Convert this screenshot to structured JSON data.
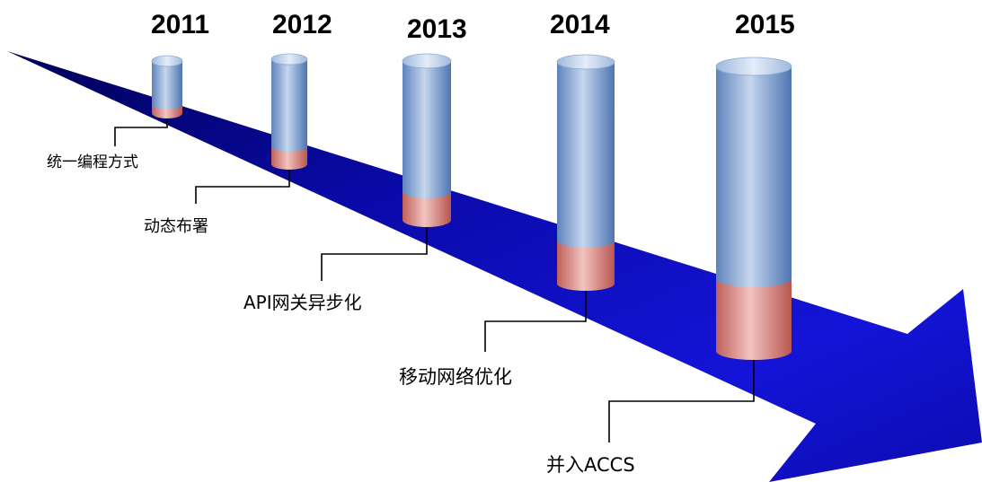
{
  "timeline": {
    "milestones": [
      {
        "year": "2011",
        "label": "统一编程方式"
      },
      {
        "year": "2012",
        "label": "动态布署"
      },
      {
        "year": "2013",
        "label": "API网关异步化"
      },
      {
        "year": "2014",
        "label": "移动网络优化"
      },
      {
        "year": "2015",
        "label": "并入ACCS"
      }
    ],
    "colors": {
      "arrow": "#1010c8",
      "arrow_dark": "#00006a",
      "cylinder_blue": "#7a9fcf",
      "cylinder_red": "#d27c78",
      "leader_line": "#000000"
    }
  }
}
